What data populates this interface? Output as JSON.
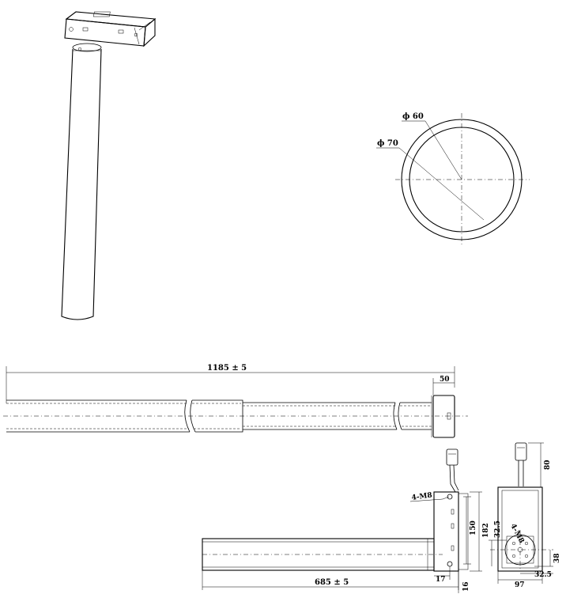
{
  "drawing": {
    "section_diameters": {
      "inner": "ϕ 60",
      "outer": "ϕ 70"
    },
    "long_view": {
      "total_length": "1185 ± 5",
      "head_width": "50"
    },
    "short_view": {
      "length": "685 ± 5",
      "holes": "4-M8",
      "height_150": "150",
      "height_182": "182",
      "offset_17": "17",
      "offset_16": "16"
    },
    "end_view": {
      "cable_length": "80",
      "hole_pattern": "4-M8",
      "offset_32_5": "32.5",
      "height_38": "38",
      "offset_32_5b": "32.5",
      "width_97": "97"
    }
  }
}
